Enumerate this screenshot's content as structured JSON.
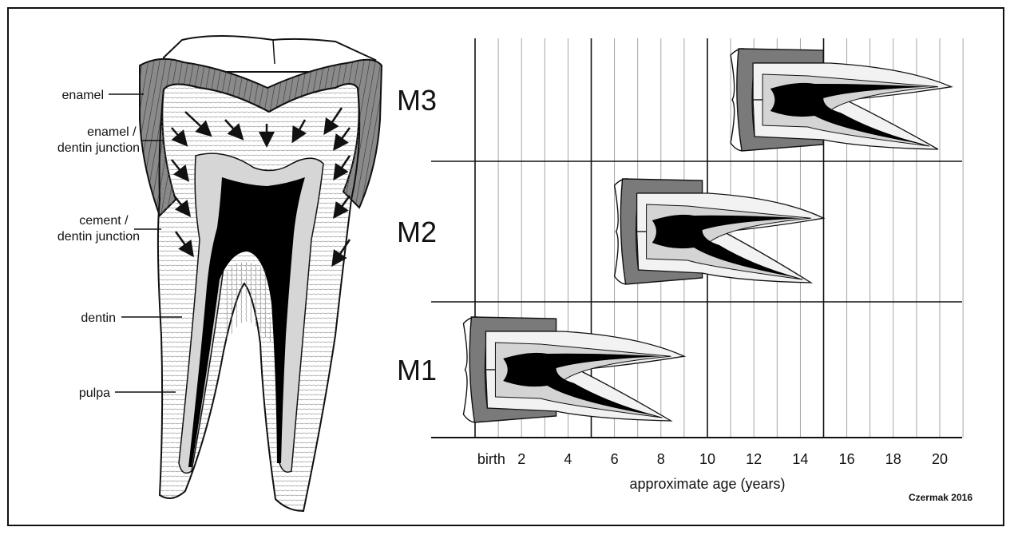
{
  "anatomy": {
    "labels": [
      {
        "id": "enamel",
        "lines": [
          "enamel"
        ]
      },
      {
        "id": "enamel-dentin-junction",
        "lines": [
          "enamel /",
          "dentin junction"
        ]
      },
      {
        "id": "cement-dentin-junction",
        "lines": [
          "cement /",
          "dentin junction"
        ]
      },
      {
        "id": "dentin",
        "lines": [
          "dentin"
        ]
      },
      {
        "id": "pulpa",
        "lines": [
          "pulpa"
        ]
      }
    ]
  },
  "timeline": {
    "molars": [
      {
        "label": "M3",
        "start_age": 11,
        "end_age": 20.5
      },
      {
        "label": "M2",
        "start_age": 6,
        "end_age": 15
      },
      {
        "label": "M1",
        "start_age": -0.5,
        "end_age": 9
      }
    ],
    "x_ticks": [
      "birth",
      "2",
      "4",
      "6",
      "8",
      "10",
      "12",
      "14",
      "16",
      "18",
      "20"
    ],
    "x_label": "approximate age (years)",
    "credit": "Czermak 2016"
  },
  "colors": {
    "line": "#111111",
    "enamel": "#7a7a7a",
    "pulp": "#000000",
    "light_layer": "#d4d4d4",
    "grid_minor": "#9a9a9a"
  }
}
